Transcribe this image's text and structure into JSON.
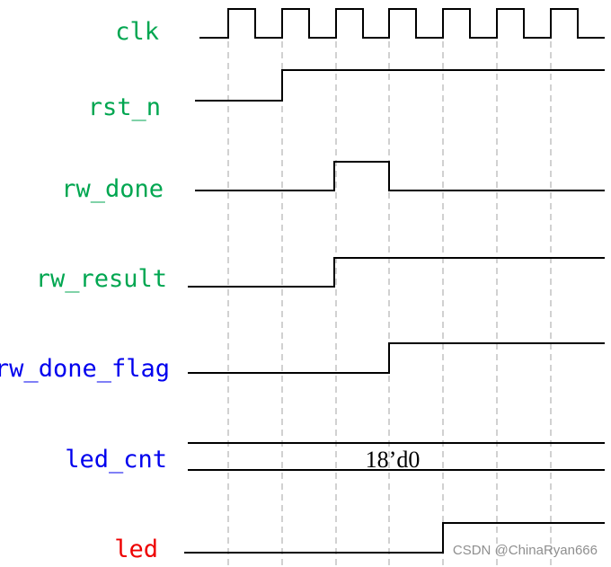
{
  "diagram": {
    "signals": [
      {
        "id": "clk",
        "label": "clk",
        "color": "#00a650"
      },
      {
        "id": "rst_n",
        "label": "rst_n",
        "color": "#00a650"
      },
      {
        "id": "rw_done",
        "label": "rw_done",
        "color": "#00a650"
      },
      {
        "id": "rw_result",
        "label": "rw_result",
        "color": "#00a650"
      },
      {
        "id": "rw_done_flag",
        "label": "rw_done_flag",
        "color": "#0000ee"
      },
      {
        "id": "led_cnt",
        "label": "led_cnt",
        "color": "#0000ee"
      },
      {
        "id": "led",
        "label": "led",
        "color": "#ee0000"
      }
    ],
    "bus_value": "18’d0",
    "watermark": "CSDN @ChinaRyan666"
  }
}
